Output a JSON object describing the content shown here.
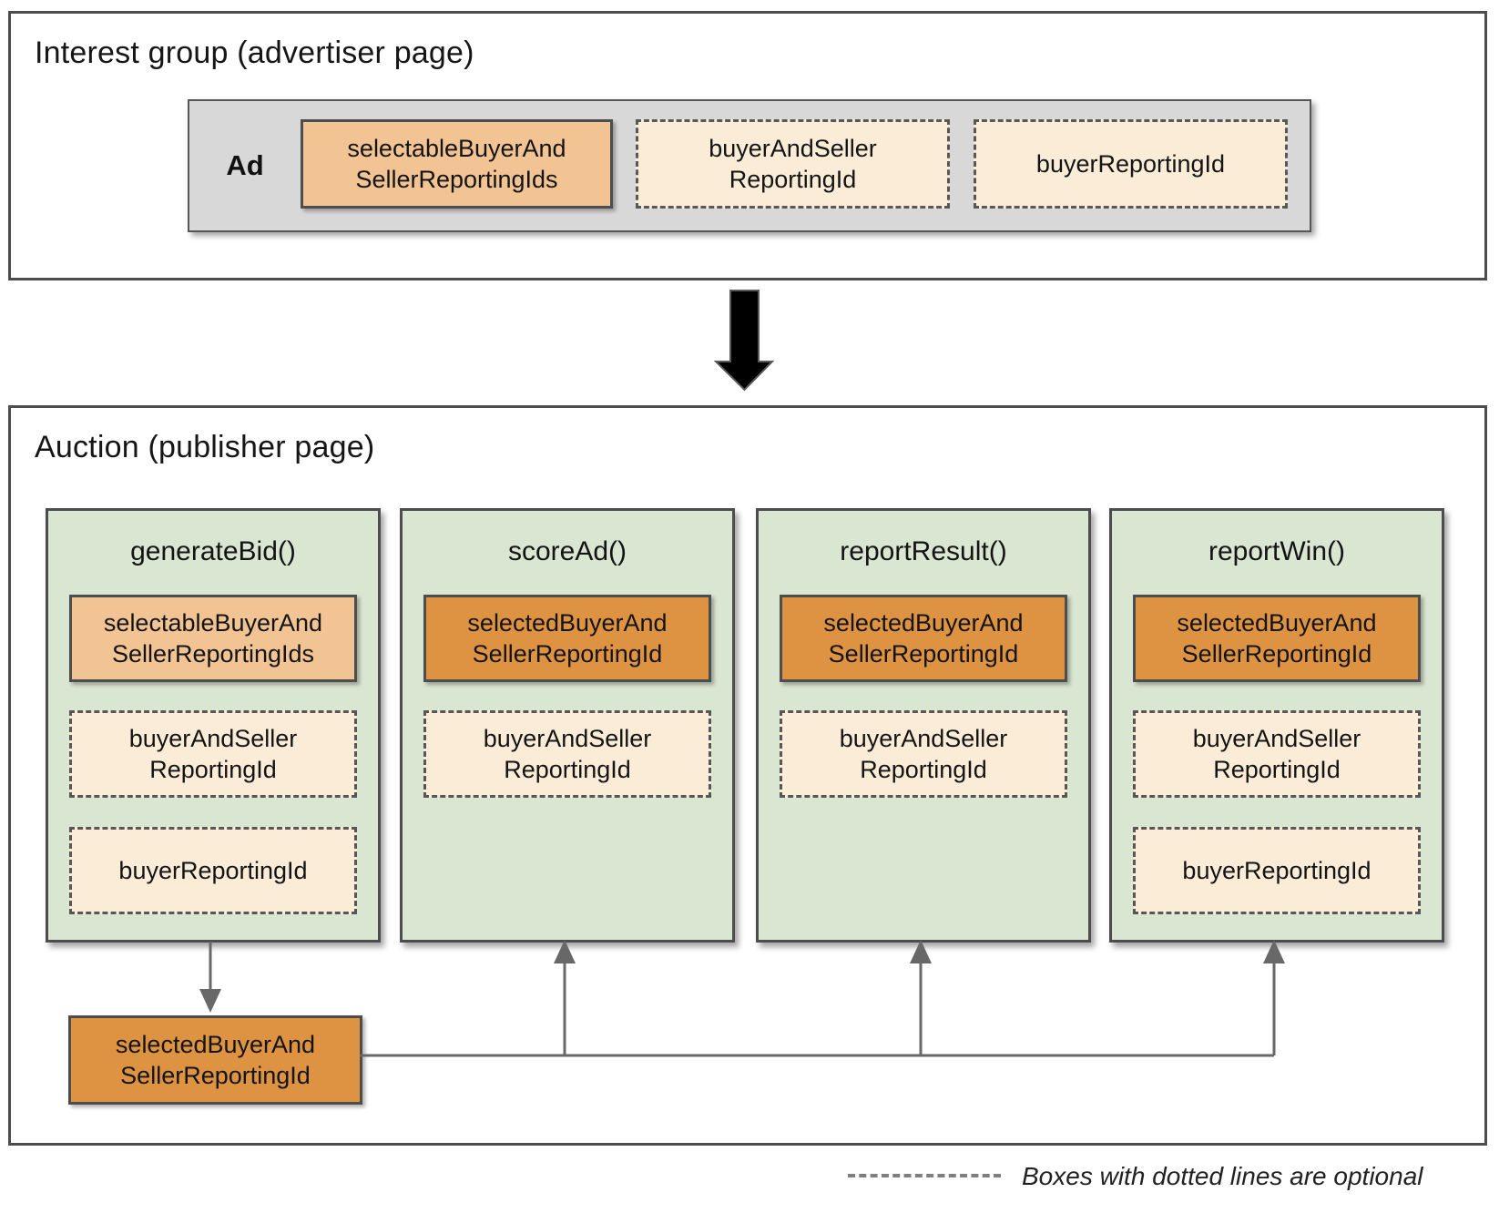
{
  "interest_group": {
    "title": "Interest group (advertiser page)",
    "ad_label": "Ad",
    "boxes": {
      "selectable": "selectableBuyerAnd\nSellerReportingIds",
      "buyer_and_seller": "buyerAndSeller\nReportingId",
      "buyer": "buyerReportingId"
    }
  },
  "auction": {
    "title": "Auction (publisher page)",
    "panels": [
      {
        "title": "generateBid()",
        "box1": "selectableBuyerAnd\nSellerReportingIds",
        "box2": "buyerAndSeller\nReportingId",
        "box3": "buyerReportingId"
      },
      {
        "title": "scoreAd()",
        "box1": "selectedBuyerAnd\nSellerReportingId",
        "box2": "buyerAndSeller\nReportingId"
      },
      {
        "title": "reportResult()",
        "box1": "selectedBuyerAnd\nSellerReportingId",
        "box2": "buyerAndSeller\nReportingId"
      },
      {
        "title": "reportWin()",
        "box1": "selectedBuyerAnd\nSellerReportingId",
        "box2": "buyerAndSeller\nReportingId",
        "box3": "buyerReportingId"
      }
    ],
    "selected_output": "selectedBuyerAnd\nSellerReportingId"
  },
  "legend": {
    "text": "Boxes with dotted lines are optional"
  },
  "colors": {
    "panel_green": "#d9e6d2",
    "selectable_tan": "#f2c493",
    "selected_orange": "#dd9342",
    "optional_cream": "#fbecd7",
    "ad_gray": "#d8d8d8",
    "border_dark": "#4d4d4d",
    "connector_gray": "#686868",
    "flow_arrow_black": "#000000"
  }
}
